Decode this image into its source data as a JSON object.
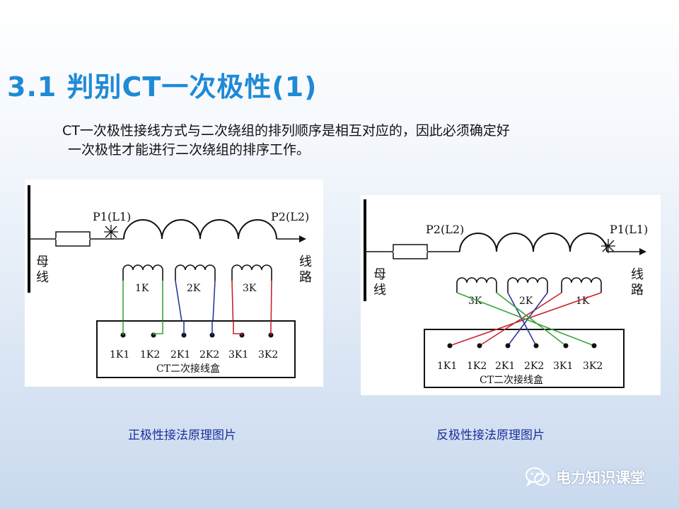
{
  "title": "3.1 判别CT一次极性(1)",
  "description": [
    "CT一次极性接线方式与二次绕组的排列顺序是相互对应的，因此必须确定好",
    "一次极性才能进行二次绕组的排序工作。"
  ],
  "diagrams": {
    "positive": {
      "bus_label": "母线",
      "line_label": "线路",
      "p1": "P1(L1)",
      "p2": "P2(L2)",
      "windings": [
        "1K",
        "2K",
        "3K"
      ],
      "terminals": [
        "1K1",
        "1K2",
        "2K1",
        "2K2",
        "3K1",
        "3K2"
      ],
      "box_label": "CT二次接线盒"
    },
    "reverse": {
      "bus_label": "母线",
      "line_label": "线路",
      "p1": "P1(L1)",
      "p2": "P2(L2)",
      "windings": [
        "3K",
        "2K",
        "1K"
      ],
      "terminals": [
        "1K1",
        "1K2",
        "2K1",
        "2K2",
        "3K1",
        "3K2"
      ],
      "box_label": "CT二次接线盒"
    }
  },
  "captions": {
    "left": "正极性接法原理图片",
    "right": "反极性接法原理图片"
  },
  "brand": "电力知识课堂",
  "colors": {
    "title": "#1f8ad6",
    "caption": "#1a2f9c",
    "wire_green": "#3aa63a",
    "wire_blue": "#2b3a9e",
    "wire_red": "#c8242a"
  }
}
